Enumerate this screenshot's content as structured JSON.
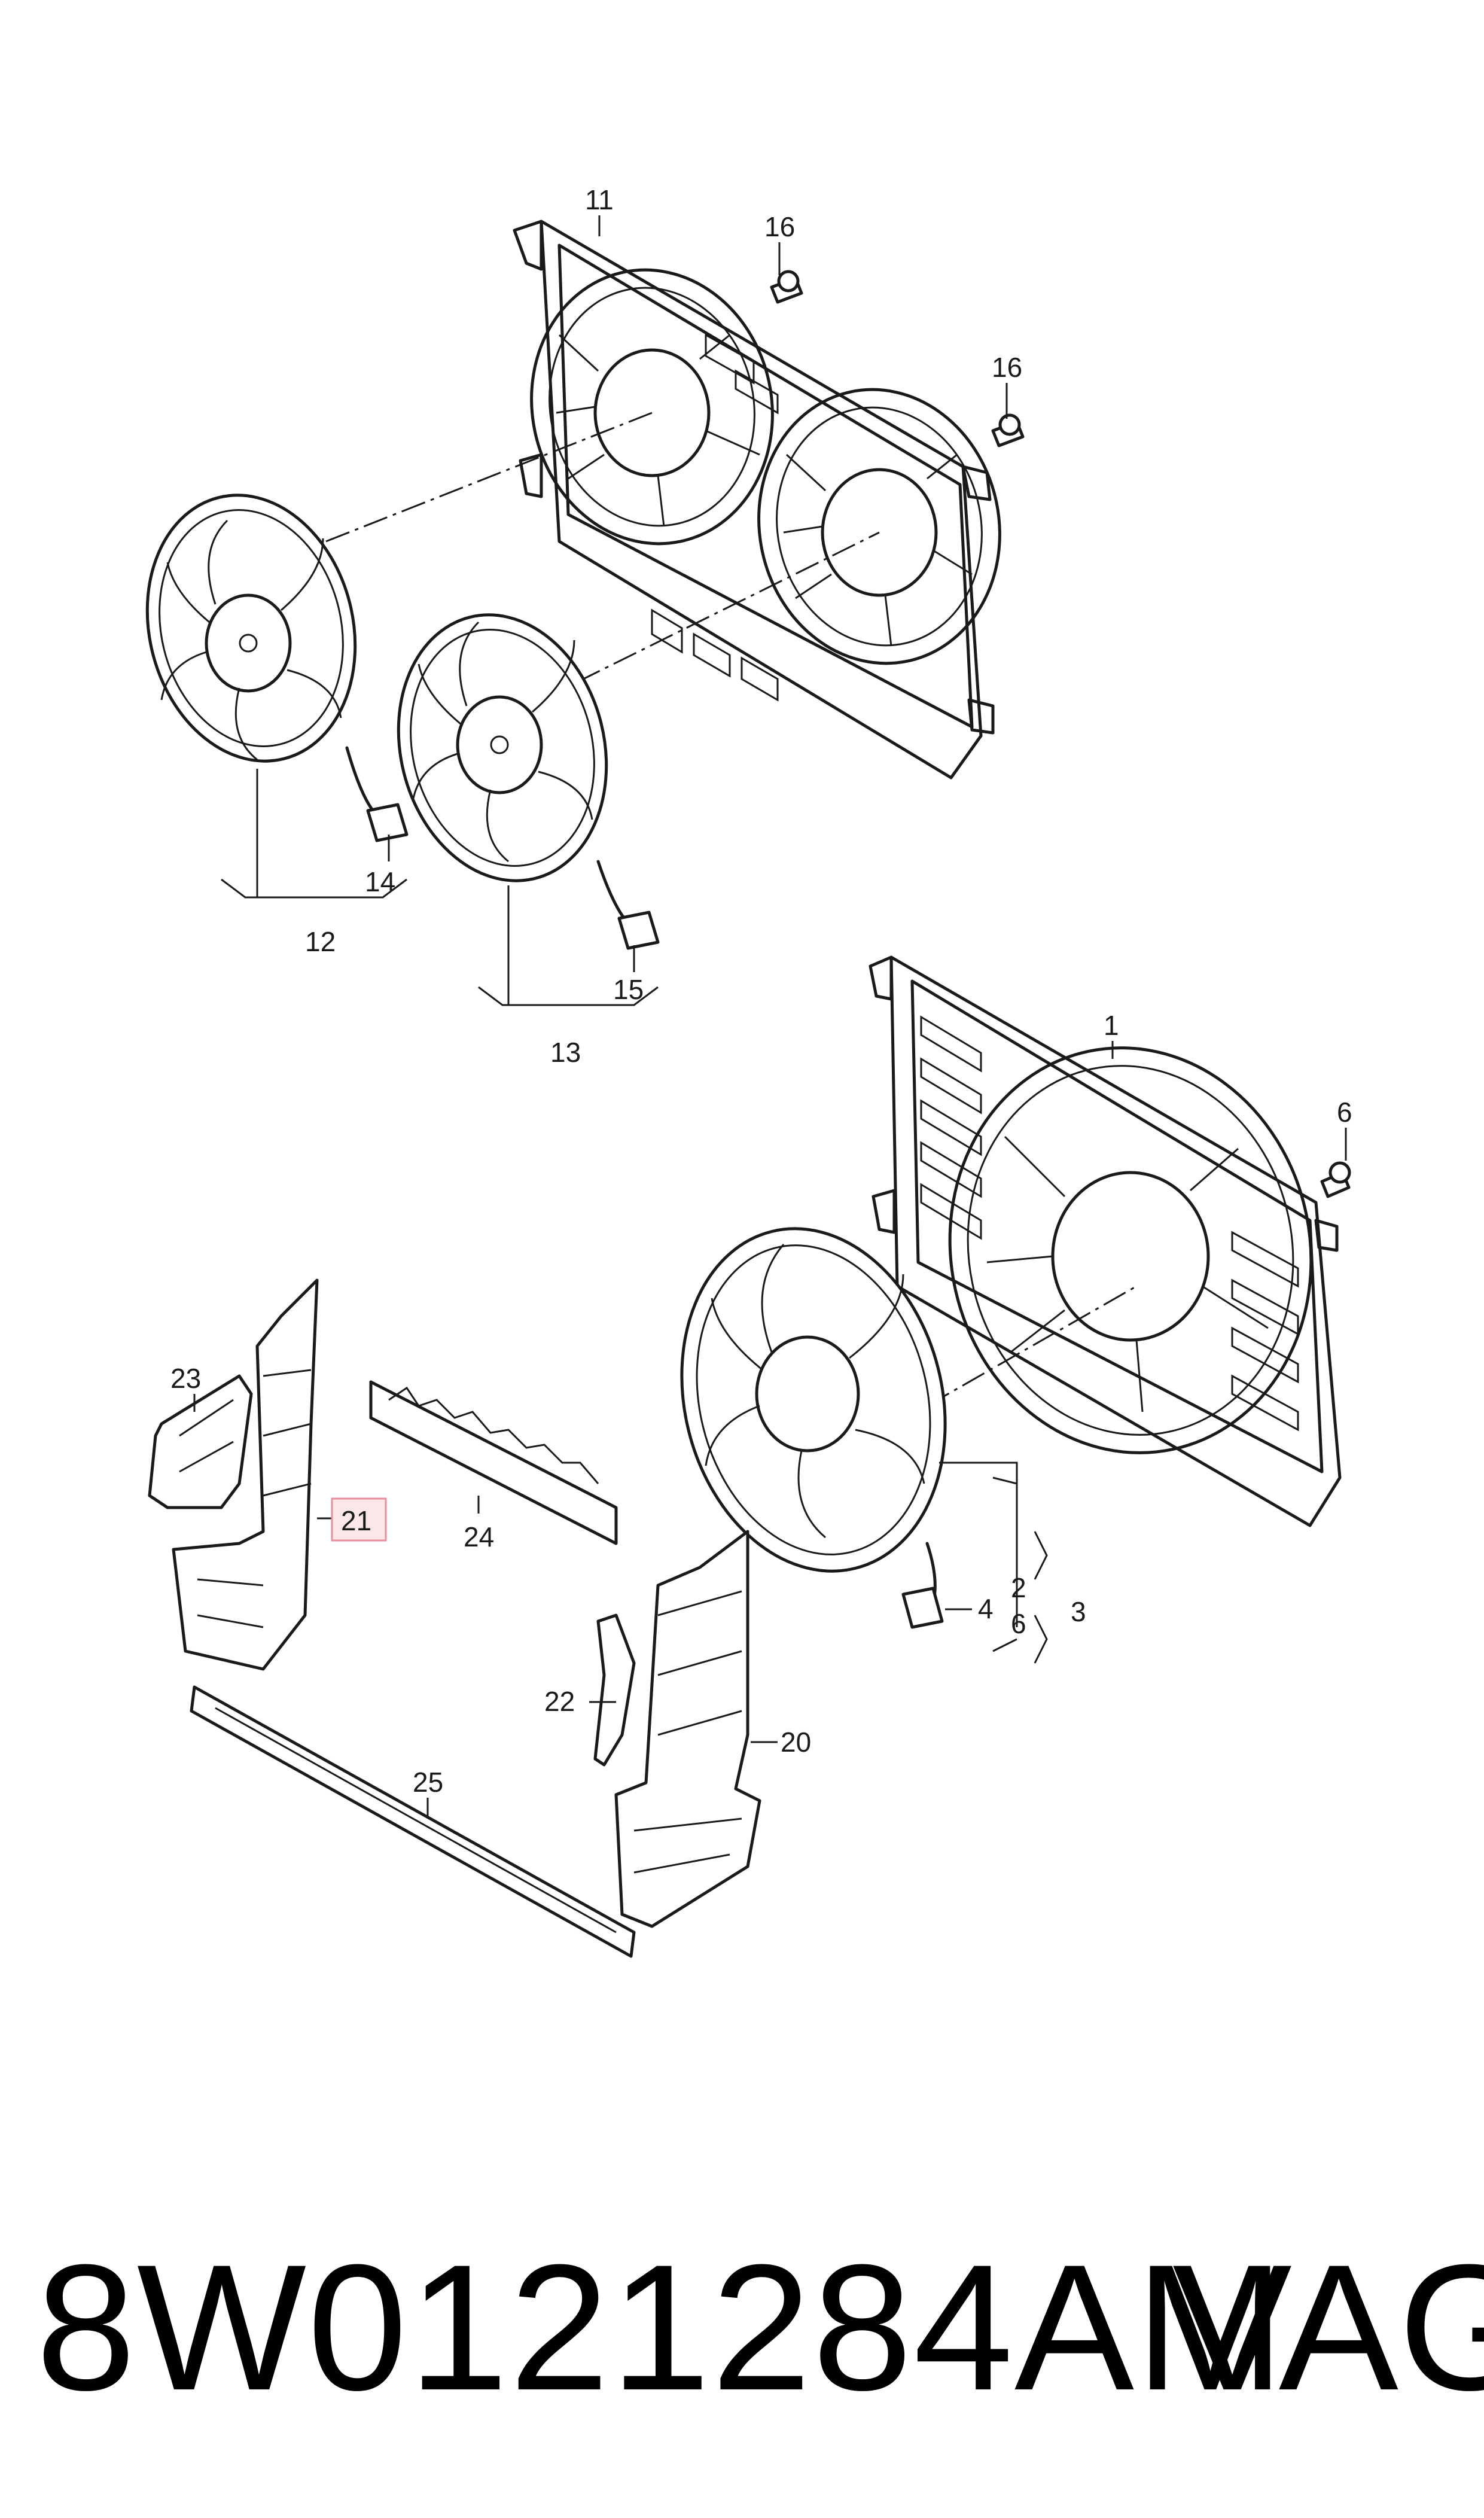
{
  "callouts": {
    "c1": "1",
    "c2": "2",
    "c3": "3",
    "c4": "4",
    "c6a": "6",
    "c6b": "6",
    "c11": "11",
    "c12": "12",
    "c13": "13",
    "c14": "14",
    "c15": "15",
    "c16a": "16",
    "c16b": "16",
    "c20": "20",
    "c21": "21",
    "c22": "22",
    "c23": "23",
    "c24": "24",
    "c25": "25"
  },
  "highlighted_callout": "21",
  "colors": {
    "line": "#1a1a1a",
    "highlight_fill": "#fbe6e8",
    "highlight_stroke": "#e58d98"
  },
  "footer": {
    "part_number": "8W0121284AM",
    "brand": "VAG"
  }
}
